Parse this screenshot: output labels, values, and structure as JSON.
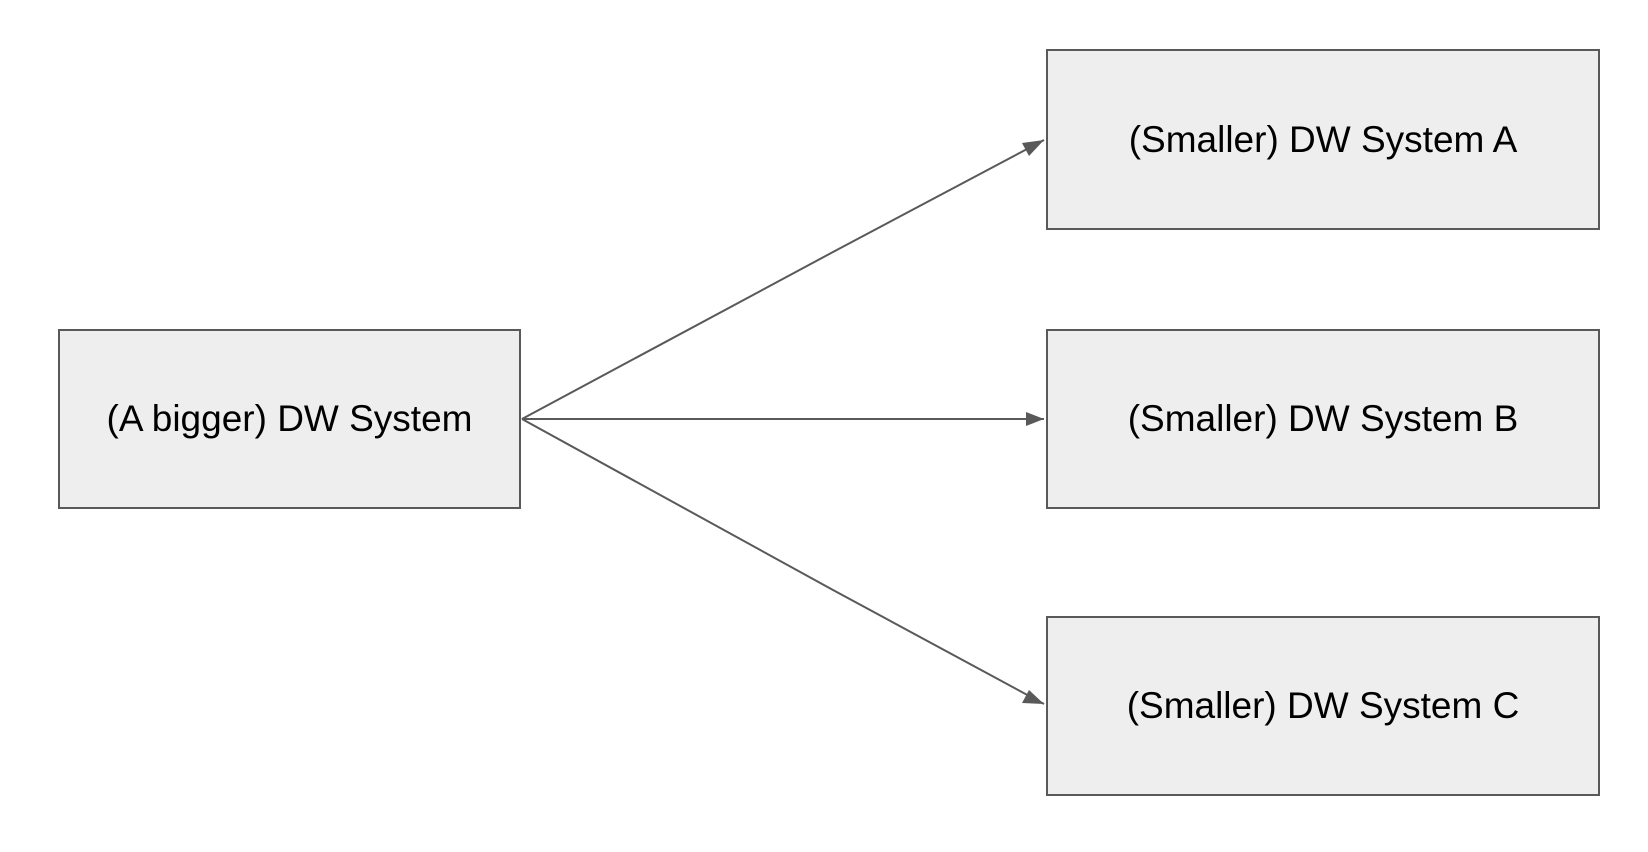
{
  "diagram": {
    "nodes": {
      "source": {
        "label": "(A bigger) DW System"
      },
      "target_a": {
        "label": "(Smaller) DW System A"
      },
      "target_b": {
        "label": "(Smaller) DW System B"
      },
      "target_c": {
        "label": "(Smaller) DW System C"
      }
    },
    "edges": [
      {
        "from": "source",
        "to": "target_a"
      },
      {
        "from": "source",
        "to": "target_b"
      },
      {
        "from": "source",
        "to": "target_c"
      }
    ],
    "colors": {
      "node_fill": "#eeeeee",
      "node_border": "#595959",
      "edge": "#595959",
      "text": "#000000",
      "background": "#ffffff"
    }
  }
}
